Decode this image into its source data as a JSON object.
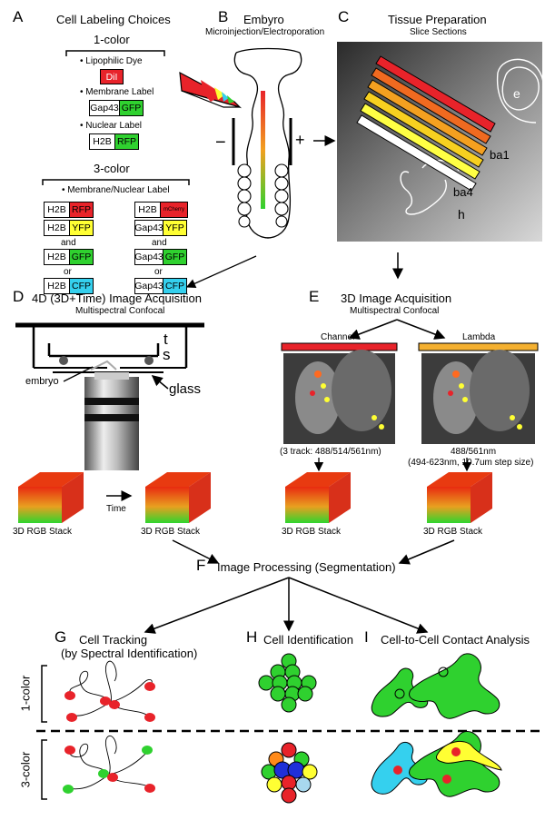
{
  "panelA": {
    "letter": "A",
    "title": "Cell Labeling Choices",
    "one_color": "1-color",
    "lipophilic": "Lipophilic Dye",
    "dil": "DiI",
    "membrane_label": "Membrane Label",
    "gap43": "Gap43",
    "gfp": "GFP",
    "nuclear_label": "Nuclear Label",
    "h2b": "H2B",
    "rfp": "RFP",
    "three_color": "3-color",
    "membrane_nuclear": "Membrane/Nuclear Label",
    "mcherry": "mCherry",
    "yfp": "YFP",
    "cfp": "CFP",
    "and": "and",
    "or": "or"
  },
  "panelB": {
    "letter": "B",
    "title": "Embyro",
    "subtitle": "Microinjection/Electroporation",
    "minus": "−",
    "plus": "+"
  },
  "panelC": {
    "letter": "C",
    "title": "Tissue Preparation",
    "subtitle": "Slice Sections",
    "labels": [
      "e",
      "ba1",
      "ba4",
      "h"
    ]
  },
  "panelD": {
    "letter": "D",
    "title": "4D (3D+Time) Image Acquisition",
    "subtitle": "Multispectral Confocal",
    "t": "t",
    "s": "s",
    "embryo": "embryo",
    "glass": "glass",
    "time": "Time",
    "stack1": "3D RGB Stack",
    "stack2": "3D RGB Stack"
  },
  "panelE": {
    "letter": "E",
    "title": "3D Image Acquisition",
    "subtitle": "Multispectral Confocal",
    "channel": "Channel",
    "lambda": "Lambda",
    "channel_note": "(3 track: 488/514/561nm)",
    "lambda_note1": "488/561nm",
    "lambda_note2": "(494-623nm, 10.7um step size)",
    "stack1": "3D RGB Stack",
    "stack2": "3D RGB Stack"
  },
  "panelF": {
    "letter": "F",
    "title": "Image Processing (Segmentation)"
  },
  "panelG": {
    "letter": "G",
    "title": "Cell Tracking",
    "subtitle": "(by Spectral Identification)"
  },
  "panelH": {
    "letter": "H",
    "title": "Cell Identification"
  },
  "panelI": {
    "letter": "I",
    "title": "Cell-to-Cell Contact Analysis"
  },
  "rows": {
    "one": "1-color",
    "three": "3-color"
  },
  "colors": {
    "red": "#e8232a",
    "green": "#2fd12f",
    "yellow": "#ffff33",
    "cyan": "#35d0ee",
    "blue": "#1f2fd8",
    "orange": "#ff8a1a"
  }
}
